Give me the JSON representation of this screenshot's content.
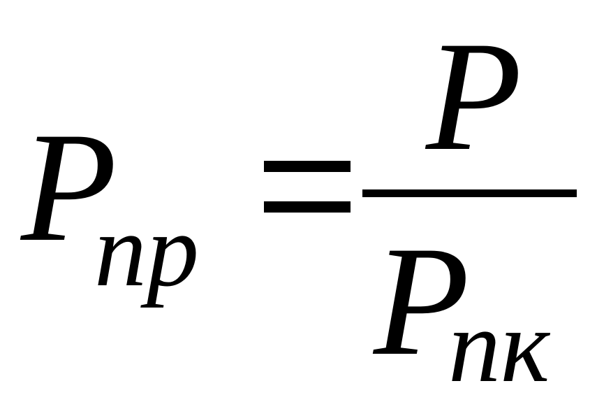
{
  "formula": {
    "lhs": {
      "symbol": "P",
      "subscript": "пр"
    },
    "operator": "=",
    "numerator": {
      "symbol": "P"
    },
    "denominator": {
      "symbol": "P",
      "subscript": "пк"
    }
  }
}
